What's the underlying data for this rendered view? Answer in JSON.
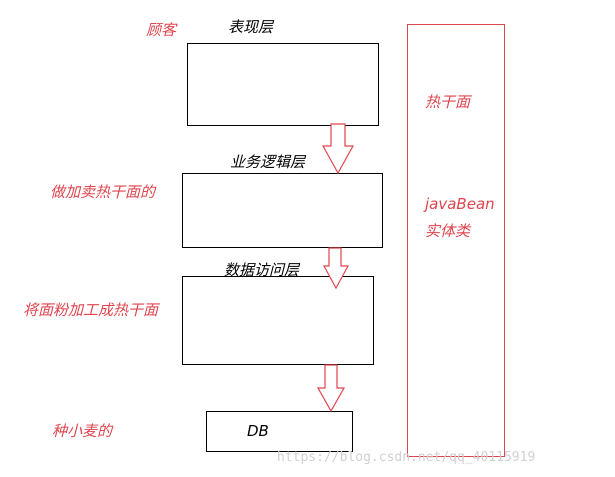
{
  "layers": {
    "presentation": "表现层",
    "business": "业务逻辑层",
    "data_access": "数据访问层",
    "db": "DB"
  },
  "analogy": {
    "customer": "顾客",
    "sell_noodles": "做加卖热干面的",
    "process_flour": "将面粉加工成热干面",
    "grow_wheat": "种小麦的"
  },
  "side": {
    "hot_noodles": "热干面",
    "javabean": "javaBean",
    "entity_class": "实体类"
  },
  "watermark": "https://blog.csdn.net/qq_40115919",
  "colors": {
    "red": "#e0454e",
    "black": "#000000",
    "watermark": "#d0d0d0"
  }
}
